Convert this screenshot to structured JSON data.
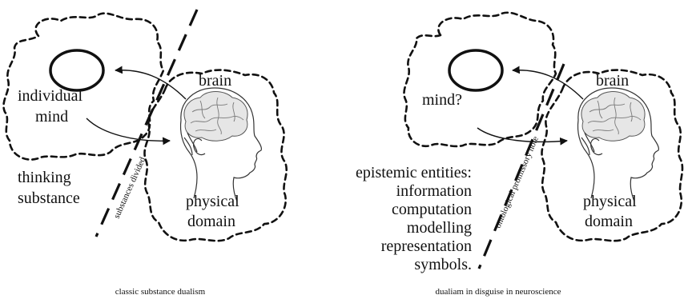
{
  "left_panel": {
    "ellipse_label_line1": "individual",
    "ellipse_label_line2": "mind",
    "brain_label": "brain",
    "outside_label_line1": "thinking",
    "outside_label_line2": "substance",
    "divider_label": "substances divided",
    "domain_label_line1": "physical",
    "domain_label_line2": "domain",
    "caption": "classic substance dualism"
  },
  "right_panel": {
    "ellipse_label": "mind?",
    "brain_label": "brain",
    "entities_label": "epistemic entities:",
    "entities": [
      "information",
      "computation",
      "modelling",
      "representation",
      "symbols."
    ],
    "divider_label": "ontological promissory note",
    "domain_label_line1": "physical",
    "domain_label_line2": "domain",
    "caption": "dualiam in disguise in neuroscience"
  }
}
